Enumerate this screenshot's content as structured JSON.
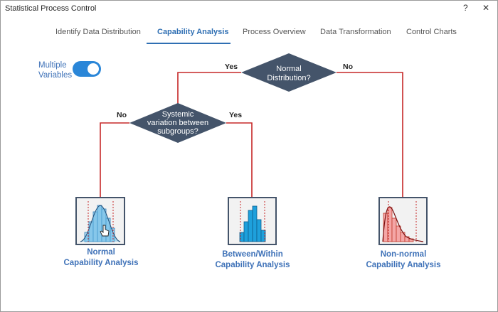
{
  "window": {
    "title": "Statistical Process Control",
    "help": "?",
    "close": "✕"
  },
  "tabs": [
    {
      "label": "Identify Data Distribution"
    },
    {
      "label": "Capability Analysis"
    },
    {
      "label": "Process Overview"
    },
    {
      "label": "Data Transformation"
    },
    {
      "label": "Control Charts"
    }
  ],
  "toggle": {
    "label": "Multiple Variables",
    "on": true
  },
  "flow": {
    "decision1": {
      "line1": "Normal",
      "line2": "Distribution?",
      "yes": "Yes",
      "no": "No"
    },
    "decision2": {
      "line1": "Systemic",
      "line2": "variation between",
      "line3": "subgroups?",
      "yes": "Yes",
      "no": "No"
    }
  },
  "options": [
    {
      "line1": "Normal",
      "line2": "Capability Analysis"
    },
    {
      "line1": "Between/Within",
      "line2": "Capability Analysis"
    },
    {
      "line1": "Non-normal",
      "line2": "Capability Analysis"
    }
  ],
  "colors": {
    "accent": "#2f6fb3",
    "connector": "#c62828",
    "diamond": "#44546a"
  }
}
